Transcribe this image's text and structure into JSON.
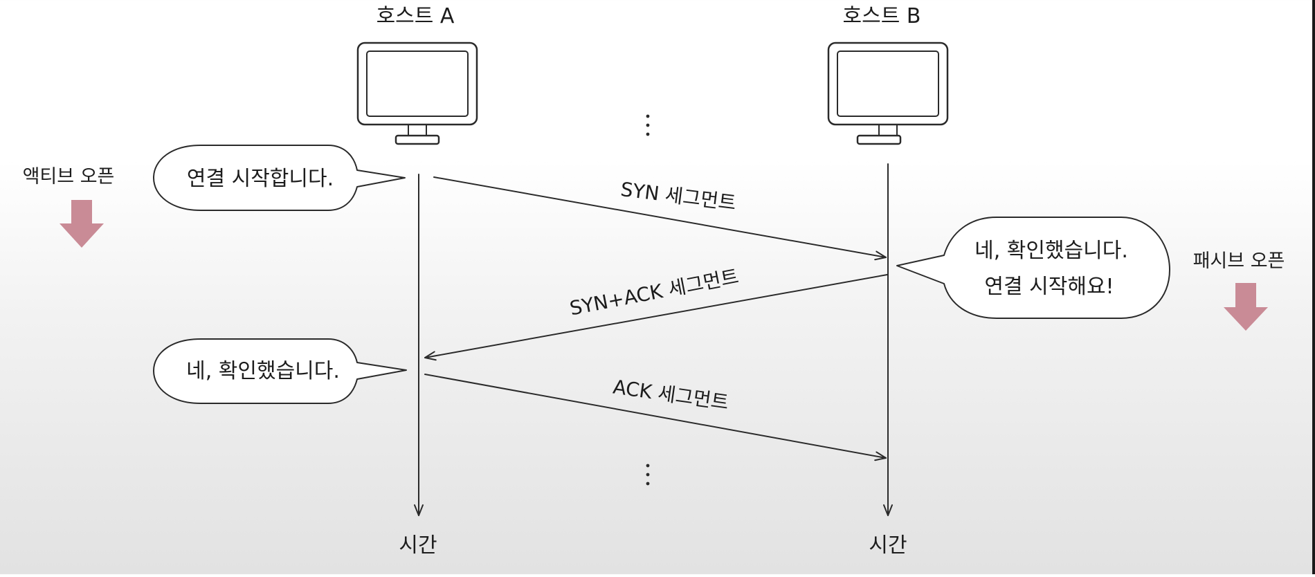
{
  "hosts": {
    "a": {
      "label": "호스트 A",
      "time_label": "시간"
    },
    "b": {
      "label": "호스트 B",
      "time_label": "시간"
    }
  },
  "messages": [
    {
      "label": "SYN 세그먼트",
      "from": "a",
      "to": "b"
    },
    {
      "label": "SYN+ACK 세그먼트",
      "from": "b",
      "to": "a"
    },
    {
      "label": "ACK 세그먼트",
      "from": "a",
      "to": "b"
    }
  ],
  "bubbles": {
    "a1": "연결 시작합니다.",
    "b1": [
      "네, 확인했습니다.",
      "연결 시작해요!"
    ],
    "a2": "네, 확인했습니다."
  },
  "side_labels": {
    "active_open": "액티브 오픈",
    "passive_open": "패시브 오픈"
  },
  "colors": {
    "open_arrow": "#c98b96",
    "ink": "#2a2a2a"
  }
}
